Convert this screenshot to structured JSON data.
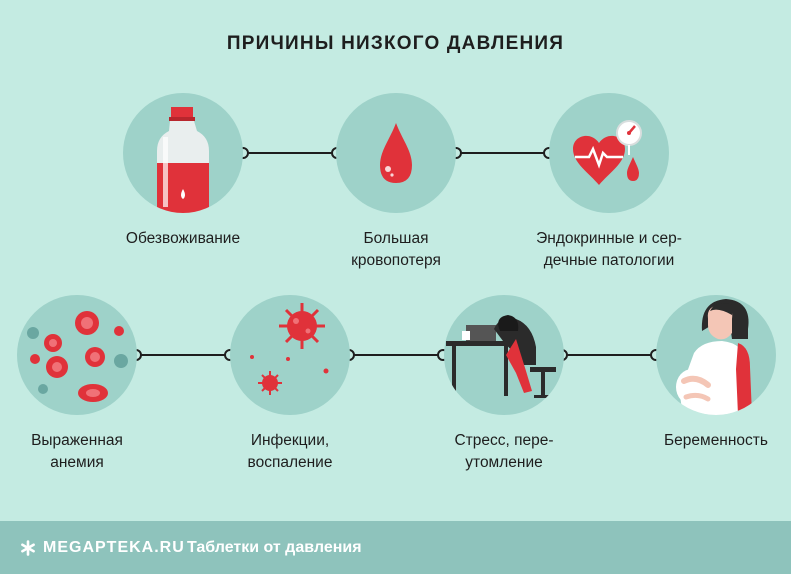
{
  "title": "ПРИЧИНЫ НИЗКОГО ДАВЛЕНИЯ",
  "causes": [
    {
      "icon": "water-bottle-icon",
      "lines": [
        "Обезвоживание"
      ]
    },
    {
      "icon": "blood-drop-icon",
      "lines": [
        "Большая",
        "кровопотеря"
      ]
    },
    {
      "icon": "heart-gauge-icon",
      "lines": [
        "Эндокринные и сер-",
        "дечные патологии"
      ]
    },
    {
      "icon": "blood-cells-icon",
      "lines": [
        "Выраженная",
        "анемия"
      ]
    },
    {
      "icon": "virus-icon",
      "lines": [
        "Инфекции,",
        "воспаление"
      ]
    },
    {
      "icon": "tired-person-icon",
      "lines": [
        "Стресс, пере-",
        "утомление"
      ]
    },
    {
      "icon": "pregnant-woman-icon",
      "lines": [
        "Беременность"
      ]
    }
  ],
  "footer": {
    "brand": "MEGAPTEKA.RU",
    "tagline": "Таблетки от давления"
  },
  "colors": {
    "background": "#c4ebe2",
    "circle": "#9ed2c9",
    "accent_red": "#e0323a",
    "footer": "#8ec3bc"
  }
}
